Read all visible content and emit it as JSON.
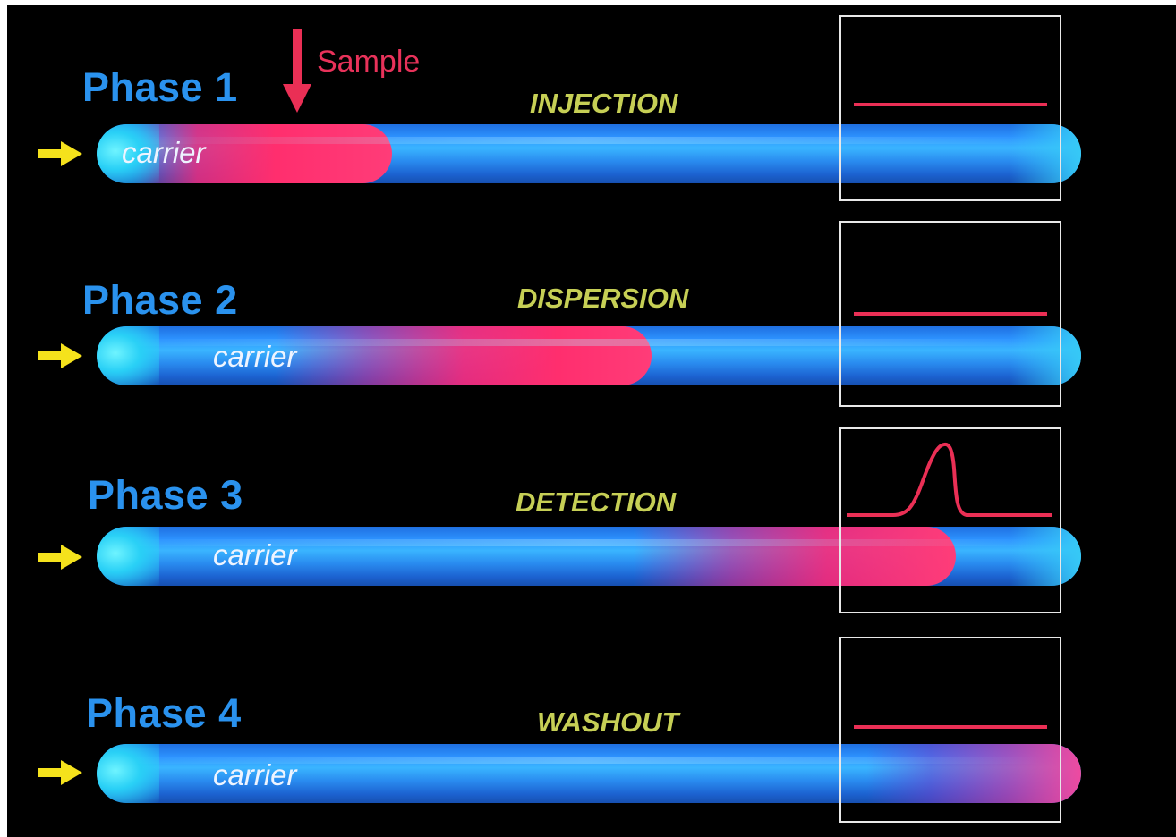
{
  "phases": [
    {
      "title": "Phase 1",
      "stage": "INJECTION",
      "carrier": "carrier",
      "detector_signal": "flat"
    },
    {
      "title": "Phase 2",
      "stage": "DISPERSION",
      "carrier": "carrier",
      "detector_signal": "flat"
    },
    {
      "title": "Phase 3",
      "stage": "DETECTION",
      "carrier": "carrier",
      "detector_signal": "peak"
    },
    {
      "title": "Phase 4",
      "stage": "WASHOUT",
      "carrier": "carrier",
      "detector_signal": "flat"
    }
  ],
  "sample": {
    "label": "Sample"
  },
  "colors": {
    "background": "#000000",
    "phase_title": "#2a92ee",
    "stage_label": "#c6cf55",
    "carrier_stream": "#2d93ff",
    "sample_zone": "#ff2e6e",
    "signal_trace": "#ea2f55",
    "flow_arrow": "#f5e21c",
    "detector_frame": "#e8e8e8"
  },
  "icons": {
    "flow": "yellow-arrow-icon",
    "sample": "red-down-arrow-icon"
  }
}
